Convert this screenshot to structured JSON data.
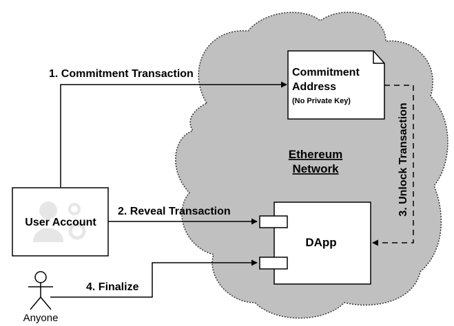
{
  "diagram": {
    "network_label_line1": "Ethereum",
    "network_label_line2": "Network",
    "commitment_title_line1": "Commitment",
    "commitment_title_line2": "Address",
    "commitment_subtitle": "(No Private Key)",
    "user_account_label": "User Account",
    "dapp_label": "DApp",
    "actor_label": "Anyone",
    "edges": {
      "commit": "1. Commitment Transaction",
      "reveal": "2. Reveal Transaction",
      "unlock": "3. Unlock Transaction",
      "finalize": "4. Finalize"
    },
    "colors": {
      "cloud_fill": "#c0c0c0",
      "cloud_stroke": "#333333",
      "box_fill": "#ffffff",
      "line": "#000000",
      "watermark": "#e6e6e6"
    },
    "icons": {
      "cloud": "cloud-shape",
      "commitment": "note-icon",
      "dapp": "component-icon",
      "actor": "stick-figure-icon",
      "user_watermark": "user-icon"
    }
  }
}
